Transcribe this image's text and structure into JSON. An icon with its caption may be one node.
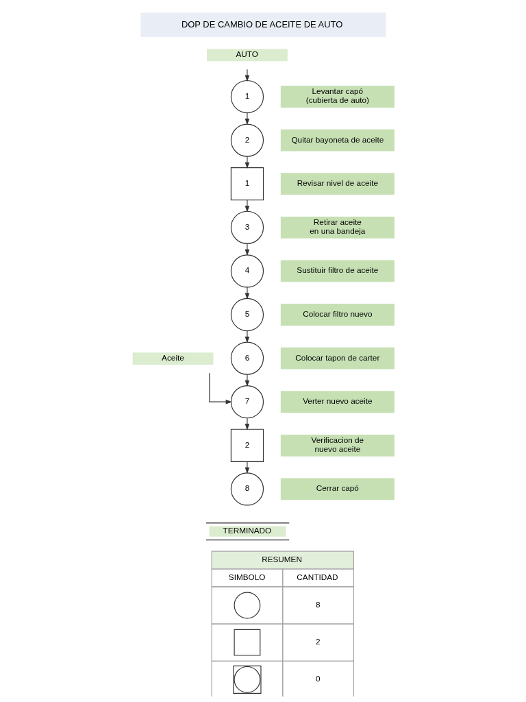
{
  "diagram": {
    "title": "DOP DE CAMBIO DE ACEITE DE AUTO",
    "nodes": [
      {
        "text": [
          "AUTO"
        ]
      },
      {
        "text": [
          "1"
        ]
      },
      {
        "text": [
          "Levantar capó (cubierta de auto)"
        ]
      },
      {
        "text": [
          "2"
        ]
      },
      {
        "text": [
          "Quitar bayoneta de aceite"
        ]
      },
      {
        "text": [
          "1"
        ]
      },
      {
        "text": [
          "Revisar nivel de aceite"
        ]
      },
      {
        "text": [
          "3"
        ]
      },
      {
        "text": [
          "Retirar aceite en una bandeja"
        ]
      },
      {
        "text": [
          "4"
        ]
      },
      {
        "text": [
          "Sustituir filtro de aceite"
        ]
      },
      {
        "text": [
          "5"
        ]
      },
      {
        "text": [
          "Colocar filtro nuevo"
        ]
      },
      {
        "text": [
          "6"
        ]
      },
      {
        "text": [
          "Colocar tapon de carter"
        ]
      },
      {
        "text": [
          "Aceite"
        ]
      },
      {
        "text": [
          "7"
        ]
      },
      {
        "text": [
          "Verter nuevo aceite"
        ]
      },
      {
        "text": [
          "2"
        ]
      },
      {
        "text": [
          "Verificacion de nuevo aceite"
        ]
      },
      {
        "text": [
          "8"
        ]
      },
      {
        "text": [
          "Cerrar capó"
        ]
      },
      {
        "text": [
          "TERMINADO"
        ]
      }
    ],
    "edges": [
      {
        "from": 0,
        "to": 1,
        "arrow": "to"
      },
      {
        "from": 1,
        "to": 3,
        "arrow": "to"
      },
      {
        "from": 3,
        "to": 5,
        "arrow": "to"
      },
      {
        "from": 5,
        "to": 7,
        "arrow": "to"
      },
      {
        "from": 7,
        "to": 9,
        "arrow": "to"
      },
      {
        "from": 9,
        "to": 11,
        "arrow": "to"
      },
      {
        "from": 11,
        "to": 13,
        "arrow": "to"
      },
      {
        "from": 13,
        "to": 16,
        "arrow": "to"
      },
      {
        "from": 15,
        "to": 16,
        "arrow": "to"
      },
      {
        "from": 16,
        "to": 18,
        "arrow": "to"
      },
      {
        "from": 18,
        "to": 20,
        "arrow": "to"
      }
    ],
    "labels": [
      "RESUMEN",
      "SIMBOLO",
      "CANTIDAD",
      "8",
      "2",
      "0"
    ]
  }
}
